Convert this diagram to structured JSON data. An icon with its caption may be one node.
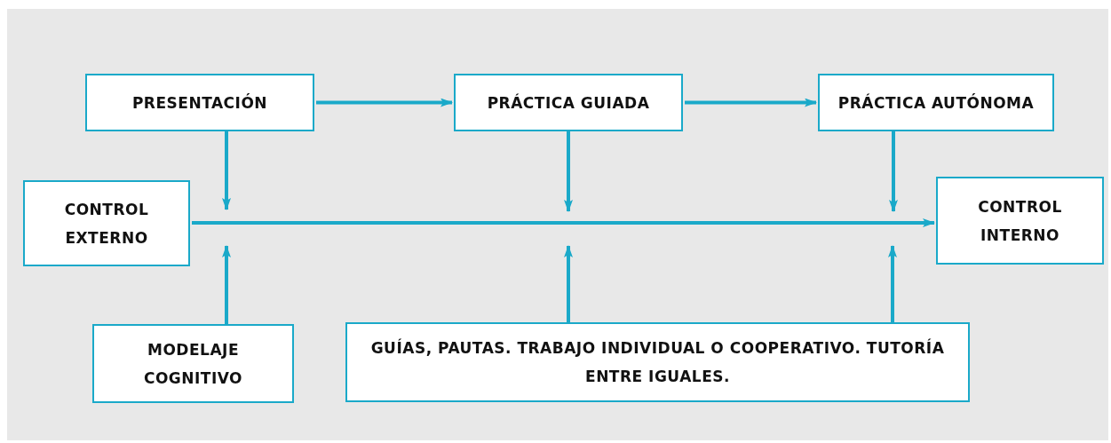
{
  "diagram": {
    "nodes": [
      {
        "text": [
          "PRESENTACIÓN"
        ]
      },
      {
        "text": [
          "PRÁCTICA GUIADA"
        ]
      },
      {
        "text": [
          "PRÁCTICA AUTÓNOMA"
        ]
      },
      {
        "text": [
          "CONTROL EXTERNO"
        ]
      },
      {
        "text": [
          "CONTROL INTERNO"
        ]
      },
      {
        "text": [
          "MODELAJE COGNITIVO"
        ]
      },
      {
        "text": [
          "GUÍAS, PAUTAS. TRABAJO INDIVIDUAL O COOPERATIVO. TUTORÍA ENTRE IGUALES."
        ]
      }
    ],
    "edges": [
      {
        "from": 0,
        "to": 1,
        "arrow": "to"
      },
      {
        "from": 1,
        "to": 2,
        "arrow": "to"
      },
      {
        "from": 3,
        "to": 4,
        "arrow": "to"
      },
      {
        "from": 0,
        "to": null,
        "arrow": "to"
      },
      {
        "from": 1,
        "to": null,
        "arrow": "to"
      },
      {
        "from": 2,
        "to": null,
        "arrow": "to"
      },
      {
        "from": 5,
        "to": null,
        "arrow": "to"
      },
      {
        "from": 6,
        "to": null,
        "arrow": "to"
      },
      {
        "from": 6,
        "to": null,
        "arrow": "to"
      }
    ]
  }
}
